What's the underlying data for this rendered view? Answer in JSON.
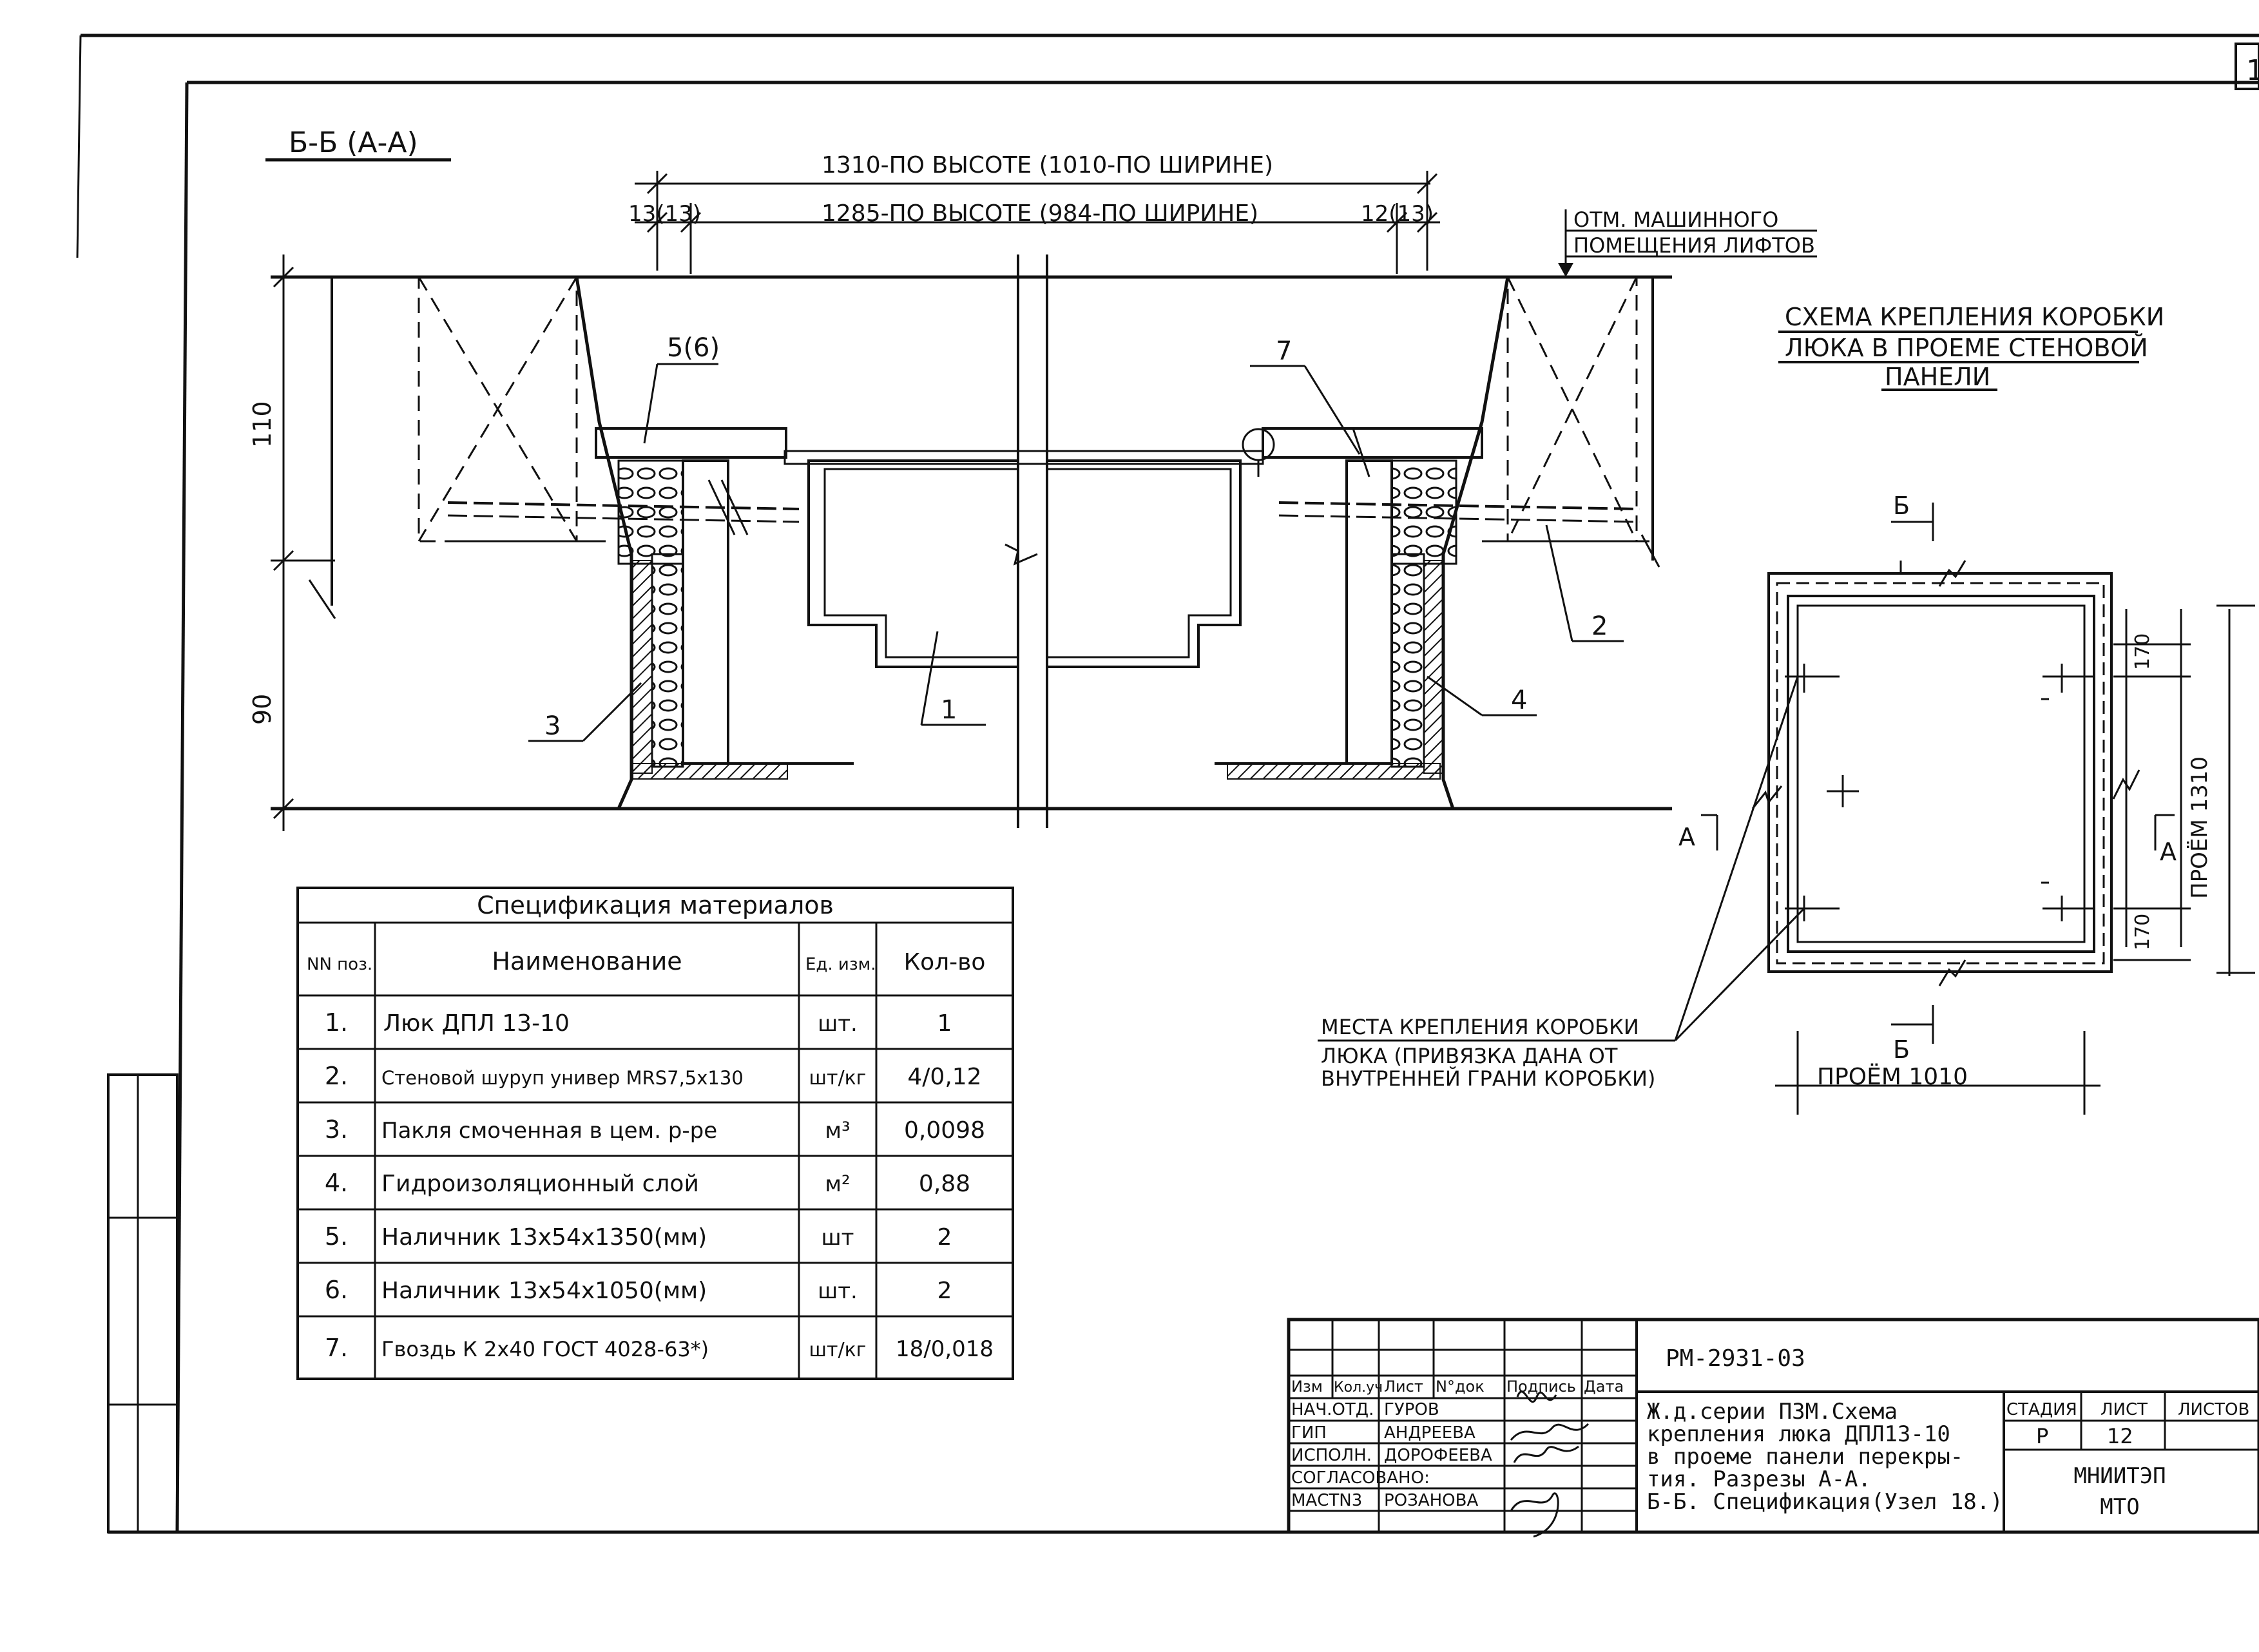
{
  "section_title": "Б-Б (А-А)",
  "dims": {
    "overall_top": "1310-ПО ВЫСОТЕ (1010-ПО ШИРИНЕ)",
    "inner_top": "1285-ПО ВЫСОТЕ (984-ПО ШИРИНЕ)",
    "left_small": "13(13)",
    "right_small": "12(13)",
    "height_upper": "110",
    "height_lower": "90"
  },
  "level_note": {
    "line1": "ОТМ. МАШИННОГО",
    "line2": "ПОМЕЩЕНИЯ ЛИФТОВ"
  },
  "callouts": [
    "1",
    "2",
    "3",
    "4",
    "5(6)",
    "7"
  ],
  "scheme": {
    "title_lines": [
      "СХЕМА КРЕПЛЕНИЯ КОРОБКИ",
      "ЛЮКА В ПРОЕМЕ СТЕНОВОЙ",
      "ПАНЕЛИ"
    ],
    "cut_b": "Б",
    "cut_a": "А",
    "dim_170": "170",
    "opening_height": "ПРОЁМ 1310",
    "opening_width": "ПРОЁМ 1010",
    "fix_note": [
      "МЕСТА КРЕПЛЕНИЯ КОРОБКИ",
      "ЛЮКА (ПРИВЯЗКА ДАНА ОТ",
      "ВНУТРЕННЕЙ ГРАНИ КОРОБКИ)"
    ]
  },
  "spec": {
    "title": "Спецификация материалов",
    "headers": [
      "NN поз.",
      "Наименование",
      "Ед. изм.",
      "Кол-во"
    ],
    "rows": [
      [
        "1.",
        "Люк ДПЛ 13-10",
        "шт.",
        "1"
      ],
      [
        "2.",
        "Стеновой шуруп универ MRS7,5х130",
        "шт/кг",
        "4/0,12"
      ],
      [
        "3.",
        "Пакля смоченная в цем. р-ре",
        "м³",
        "0,0098"
      ],
      [
        "4.",
        "Гидроизоляционный слой",
        "м²",
        "0,88"
      ],
      [
        "5.",
        "Наличник 13х54х1350(мм)",
        "шт",
        "2"
      ],
      [
        "6.",
        "Наличник 13х54х1050(мм)",
        "шт.",
        "2"
      ],
      [
        "7.",
        "Гвоздь К 2х40 ГОСТ 4028-63*)",
        "шт/кг",
        "18/0,018"
      ]
    ]
  },
  "title_block": {
    "code": "РМ-2931-03",
    "col_headers": [
      "Изм",
      "Кол.уч",
      "Лист",
      "N°док",
      "Подпись",
      "Дата"
    ],
    "roles": [
      [
        "НАЧ.ОТД.",
        "ГУРОВ"
      ],
      [
        "ГИП",
        "АНДРЕЕВА"
      ],
      [
        "ИСПОЛН.",
        "ДОРОФЕЕВА"
      ],
      [
        "СОГЛАСОВАНО:",
        ""
      ],
      [
        "МАСТN3",
        "РОЗАНОВА"
      ]
    ],
    "description": [
      "Ж.д.серии ПЗМ.Схема",
      "крепления люка ДПЛ13-10",
      "в проеме панели перекры-",
      "тия. Разрезы А-А.",
      "Б-Б. Спецификация(Узел 18.)"
    ],
    "stage_label": "СТАДИЯ",
    "sheet_label": "ЛИСТ",
    "sheets_label": "ЛИСТОВ",
    "stage": "Р",
    "sheet": "12",
    "org_line1": "МНИИТЭП",
    "org_line2": "МТО",
    "page_mark": "1"
  }
}
